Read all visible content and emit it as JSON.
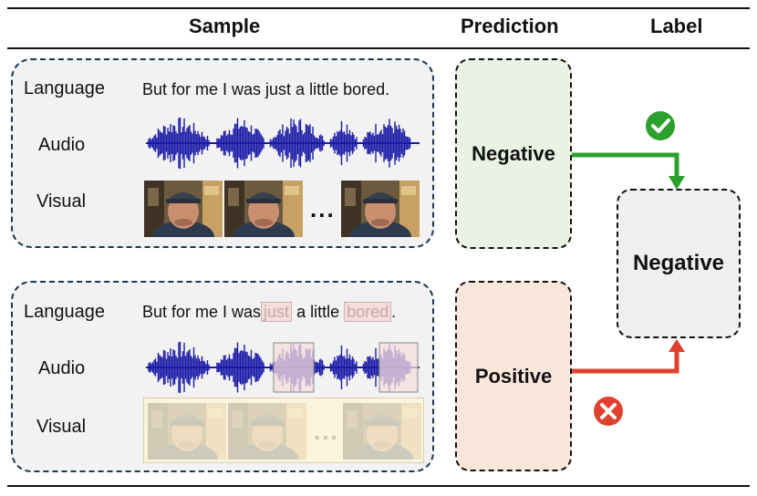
{
  "header": {
    "sample": "Sample",
    "prediction": "Prediction",
    "label": "Label"
  },
  "top": {
    "language_label": "Language",
    "language_text": "But for me I was just a little bored.",
    "audio_label": "Audio",
    "visual_label": "Visual",
    "ellipsis": "...",
    "prediction": "Negative",
    "status_icon": "check-icon"
  },
  "bottom": {
    "language_label": "Language",
    "text_part1": "But for me I was",
    "masked_word1": "just",
    "text_part2": "a little",
    "masked_word2": "bored",
    "text_end": ".",
    "audio_label": "Audio",
    "visual_label": "Visual",
    "ellipsis": "...",
    "prediction": "Positive",
    "status_icon": "cross-icon"
  },
  "label_value": "Negative",
  "colors": {
    "correct": "#2ca02c",
    "wrong": "#e0412f",
    "negative_fill": "#e9f2e3",
    "positive_fill": "#fbe6dc",
    "label_fill": "#efefef",
    "waveform": "#1a1aa8",
    "sample_border": "#1f3557"
  }
}
